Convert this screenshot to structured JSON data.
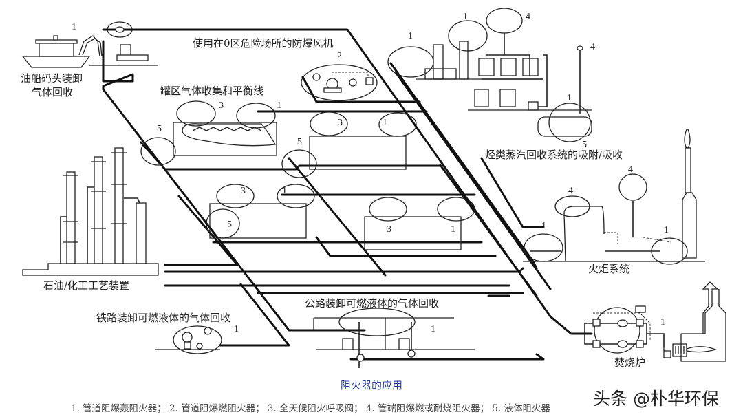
{
  "figure": {
    "caption": "阻火器的应用",
    "legend": "1. 管道阻爆轰阻火器； 2. 管道阻爆燃阻火器； 3. 全天候阻火呼吸阀； 4. 管端阻爆燃或耐烧阻火器； 5. 液体阻火器",
    "watermark": "头条 @朴华环保"
  },
  "areas": {
    "tanker_terminal": "油船码头装卸",
    "tanker_terminal_2": "气体回收",
    "zone0_blower": "使用在0区危险场所的防爆风机",
    "tank_farm": "罐区气体收集和平衡线",
    "vapor_recovery": "烃类蒸汽回收系统的吸附/吸收",
    "process_unit": "石油/化工工艺装置",
    "flare": "火炬系统",
    "rail_loading": "铁路装卸可燃液体的气体回收",
    "road_loading": "公路装卸可燃液体的气体回收",
    "incinerator": "焚烧炉"
  },
  "callouts": {
    "c1": "1",
    "c2": "2",
    "c3": "3",
    "c4": "4",
    "c5": "5"
  },
  "legend_items": [
    {
      "id": "1",
      "name": "管道阻爆轰阻火器"
    },
    {
      "id": "2",
      "name": "管道阻爆燃阻火器"
    },
    {
      "id": "3",
      "name": "全天候阻火呼吸阀"
    },
    {
      "id": "4",
      "name": "管端阻爆燃或耐烧阻火器"
    },
    {
      "id": "5",
      "name": "液体阻火器"
    }
  ]
}
